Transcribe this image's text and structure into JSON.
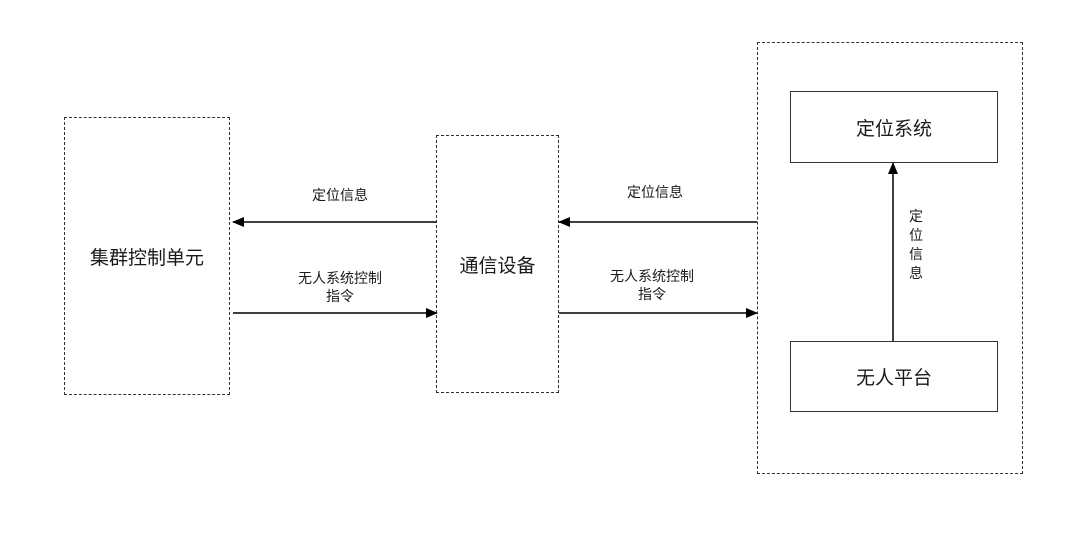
{
  "nodes": {
    "cluster_control_unit": "集群控制单元",
    "communication_device": "通信设备",
    "positioning_system": "定位系统",
    "unmanned_platform": "无人平台"
  },
  "edges": {
    "positioning_info_left": "定位信息",
    "control_command_left_line1": "无人系统控制",
    "control_command_left_line2": "指令",
    "positioning_info_right": "定位信息",
    "control_command_right_line1": "无人系统控制",
    "control_command_right_line2": "指令",
    "positioning_info_vertical": "定位信息"
  }
}
